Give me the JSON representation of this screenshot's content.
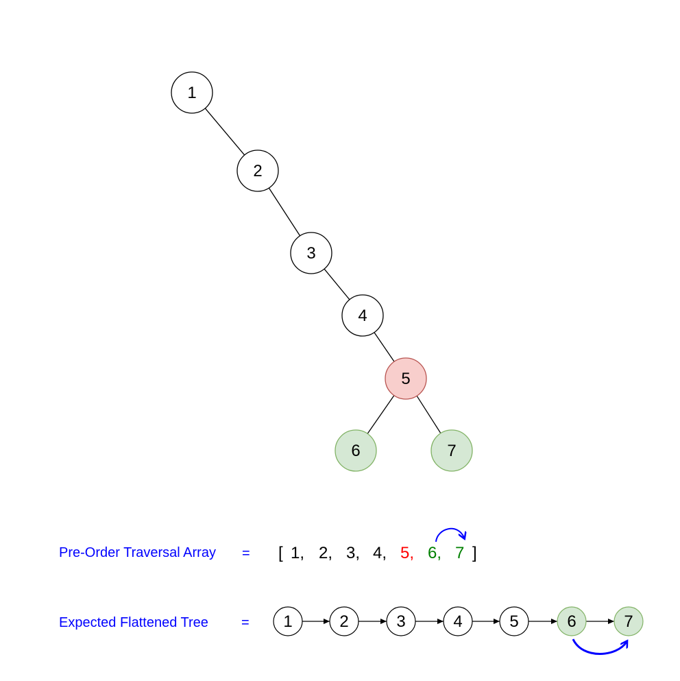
{
  "colors": {
    "default_fill": "#ffffff",
    "default_stroke": "#000000",
    "red_fill": "#f8cecc",
    "red_stroke": "#b85450",
    "green_fill": "#d5e8d4",
    "green_stroke": "#82b366",
    "label_blue": "#0000ff",
    "array_red": "#ff0000",
    "array_green": "#008000",
    "arrow_blue": "#0000ff"
  },
  "tree": {
    "nodes": [
      {
        "id": "n1",
        "label": "1",
        "style": "default"
      },
      {
        "id": "n2",
        "label": "2",
        "style": "default"
      },
      {
        "id": "n3",
        "label": "3",
        "style": "default"
      },
      {
        "id": "n4",
        "label": "4",
        "style": "default"
      },
      {
        "id": "n5",
        "label": "5",
        "style": "red"
      },
      {
        "id": "n6",
        "label": "6",
        "style": "green"
      },
      {
        "id": "n7",
        "label": "7",
        "style": "green"
      }
    ],
    "edges": [
      {
        "from": "n1",
        "to": "n2"
      },
      {
        "from": "n2",
        "to": "n3"
      },
      {
        "from": "n3",
        "to": "n4"
      },
      {
        "from": "n4",
        "to": "n5"
      },
      {
        "from": "n5",
        "to": "n6"
      },
      {
        "from": "n5",
        "to": "n7"
      }
    ]
  },
  "preorder": {
    "label": "Pre-Order Traversal Array",
    "equals": "=",
    "open_bracket": "[",
    "close_bracket": "]",
    "items": [
      {
        "text": "1,",
        "style": "default"
      },
      {
        "text": "2,",
        "style": "default"
      },
      {
        "text": "3,",
        "style": "default"
      },
      {
        "text": "4,",
        "style": "default"
      },
      {
        "text": "5,",
        "style": "red"
      },
      {
        "text": "6,",
        "style": "green"
      },
      {
        "text": "7",
        "style": "green"
      }
    ]
  },
  "flattened": {
    "label": "Expected Flattened Tree",
    "equals": "=",
    "nodes": [
      {
        "label": "1",
        "style": "default"
      },
      {
        "label": "2",
        "style": "default"
      },
      {
        "label": "3",
        "style": "default"
      },
      {
        "label": "4",
        "style": "default"
      },
      {
        "label": "5",
        "style": "default"
      },
      {
        "label": "6",
        "style": "green"
      },
      {
        "label": "7",
        "style": "green"
      }
    ]
  }
}
